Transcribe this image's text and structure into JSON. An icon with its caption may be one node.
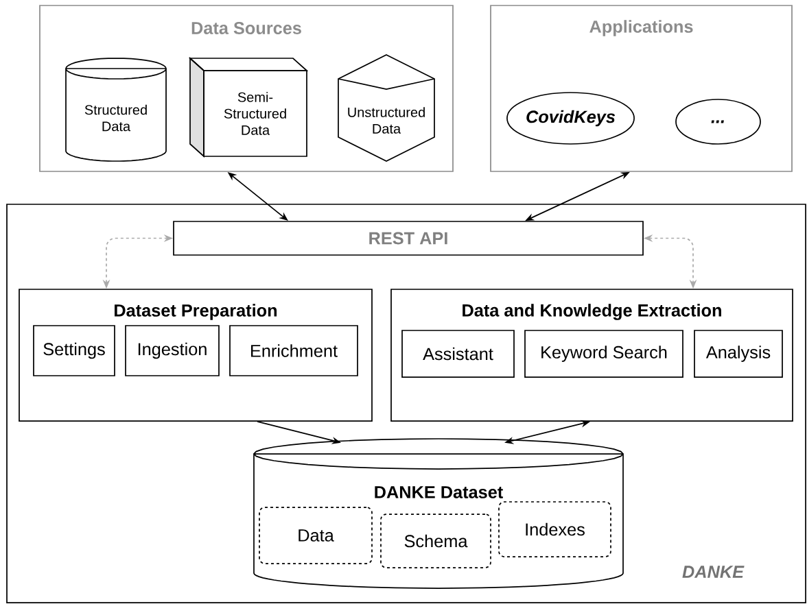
{
  "diagram": {
    "nodes": [
      {
        "text": [
          "Data Sources"
        ]
      },
      {
        "text": [
          "Structured Data"
        ],
        "in": 0
      },
      {
        "text": [
          "Semi-Structured Data"
        ],
        "in": 0
      },
      {
        "text": [
          "Unstructured Data"
        ],
        "in": 0
      },
      {
        "text": [
          "Applications"
        ]
      },
      {
        "text": [
          "CovidKeys"
        ],
        "in": 4
      },
      {
        "text": [
          "..."
        ],
        "in": 4
      },
      {
        "text": [
          "DANKE"
        ]
      },
      {
        "text": [
          "REST API"
        ],
        "in": 7
      },
      {
        "text": [
          "Dataset Preparation"
        ],
        "in": 7
      },
      {
        "text": [
          "Settings"
        ],
        "in": 9
      },
      {
        "text": [
          "Ingestion"
        ],
        "in": 9
      },
      {
        "text": [
          "Enrichment"
        ],
        "in": 9
      },
      {
        "text": [
          "Data and Knowledge Extraction"
        ],
        "in": 7
      },
      {
        "text": [
          "Assistant"
        ],
        "in": 13
      },
      {
        "text": [
          "Keyword Search"
        ],
        "in": 13
      },
      {
        "text": [
          "Analysis"
        ],
        "in": 13
      },
      {
        "text": [
          "DANKE Dataset"
        ],
        "in": 7
      },
      {
        "text": [
          "Data"
        ],
        "in": 17
      },
      {
        "text": [
          "Schema"
        ],
        "in": 17
      },
      {
        "text": [
          "Indexes"
        ],
        "in": 17
      }
    ],
    "edges": [
      {
        "from": 0,
        "to": 8,
        "arrow": "both"
      },
      {
        "from": 4,
        "to": 8,
        "arrow": "both"
      },
      {
        "from": 8,
        "to": 9,
        "arrow": "both",
        "style": "dashed",
        "color": "#aaaaaa"
      },
      {
        "from": 8,
        "to": 13,
        "arrow": "both",
        "style": "dashed",
        "color": "#aaaaaa"
      },
      {
        "from": 9,
        "to": 17,
        "arrow": "to"
      },
      {
        "from": 13,
        "to": 17,
        "arrow": "both"
      }
    ]
  }
}
